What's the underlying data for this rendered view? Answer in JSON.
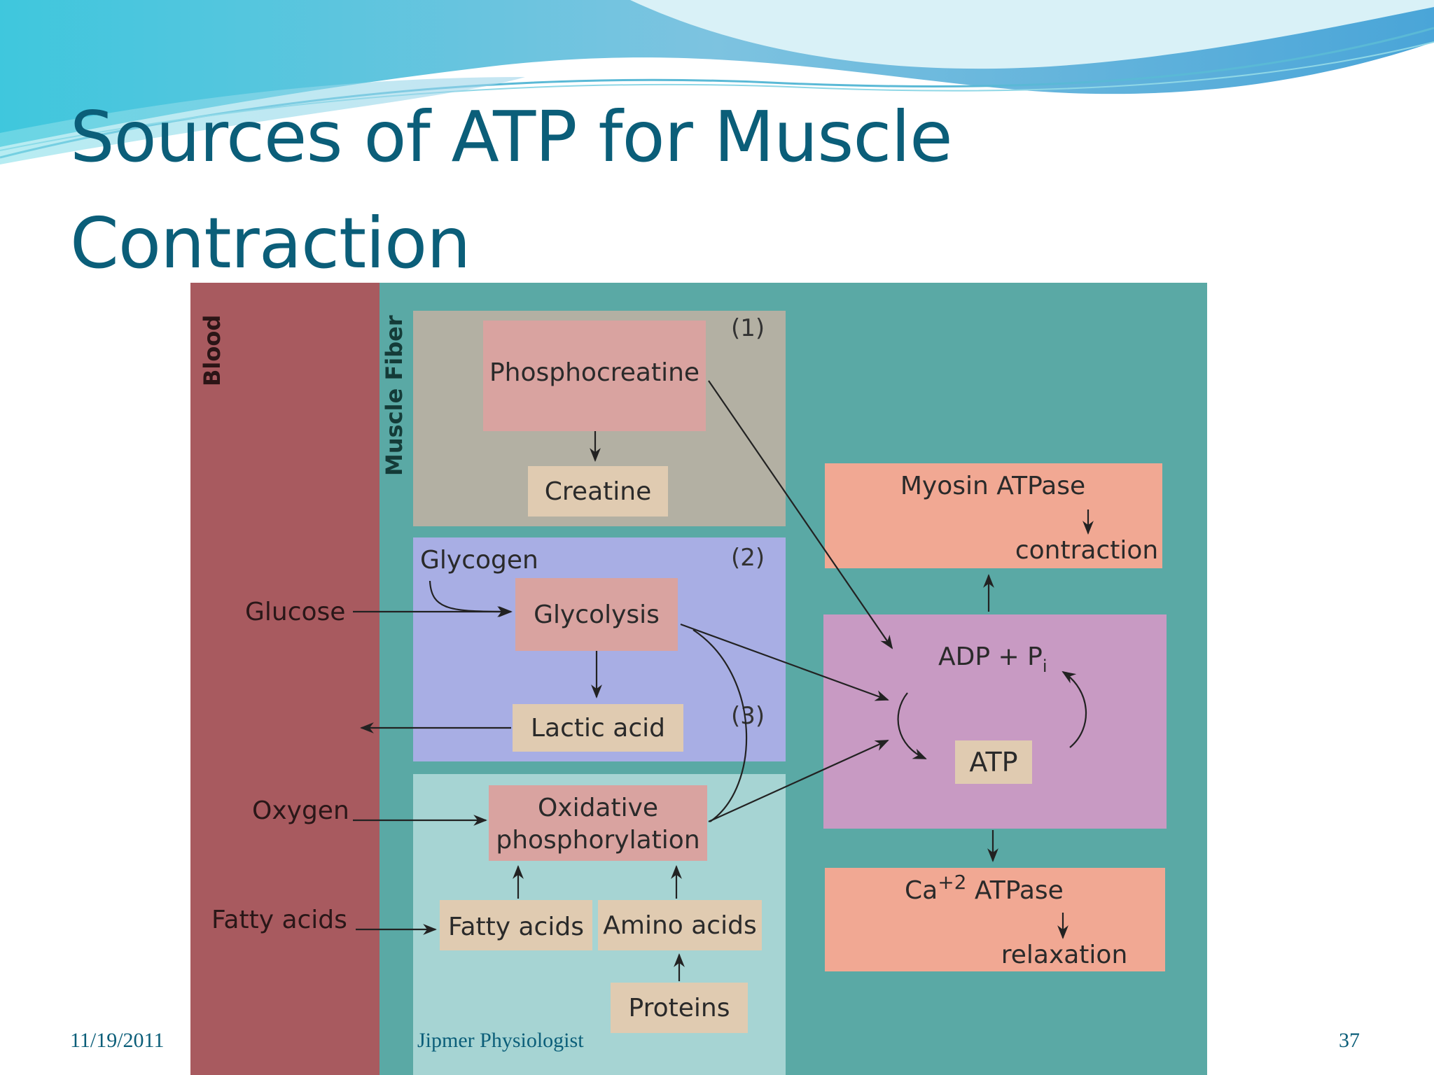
{
  "slide": {
    "title_line1": "Sources of ATP for Muscle",
    "title_line2": "Contraction",
    "footer_date": "11/19/2011",
    "footer_author": "Jipmer Physiologist",
    "page_number": "37"
  },
  "colors": {
    "title": "#0b5e79",
    "blood": "#a85a5f",
    "muscle_fiber": "#5aa9a5",
    "region1": "#b3b0a3",
    "region2": "#a8aee4",
    "region3": "#a6d4d3",
    "pink_box": "#d9a3a0",
    "tan_box": "#e0cbb1",
    "salmon_box": "#f1a893",
    "atp_region": "#c89ac3"
  },
  "diagram": {
    "label_blood": "Blood",
    "label_muscle_fiber": "Muscle Fiber",
    "marker_1": "(1)",
    "marker_2": "(2)",
    "marker_3": "(3)",
    "phosphocreatine": "Phosphocreatine",
    "creatine": "Creatine",
    "glycogen": "Glycogen",
    "glycolysis": "Glycolysis",
    "lactic_acid": "Lactic acid",
    "glucose": "Glucose",
    "oxygen": "Oxygen",
    "fatty_acids_blood": "Fatty acids",
    "oxidative_line1": "Oxidative",
    "oxidative_line2": "phosphorylation",
    "fatty_acids_fiber": "Fatty acids",
    "amino_acids": "Amino acids",
    "proteins": "Proteins",
    "myosin_atpase": "Myosin ATPase",
    "contraction": "contraction",
    "adp_pi": "ADP + P",
    "pi_subscript": "i",
    "atp": "ATP",
    "ca_prefix": "Ca",
    "ca_superscript": "+2",
    "ca_atpase": " ATPase",
    "relaxation": "relaxation"
  }
}
